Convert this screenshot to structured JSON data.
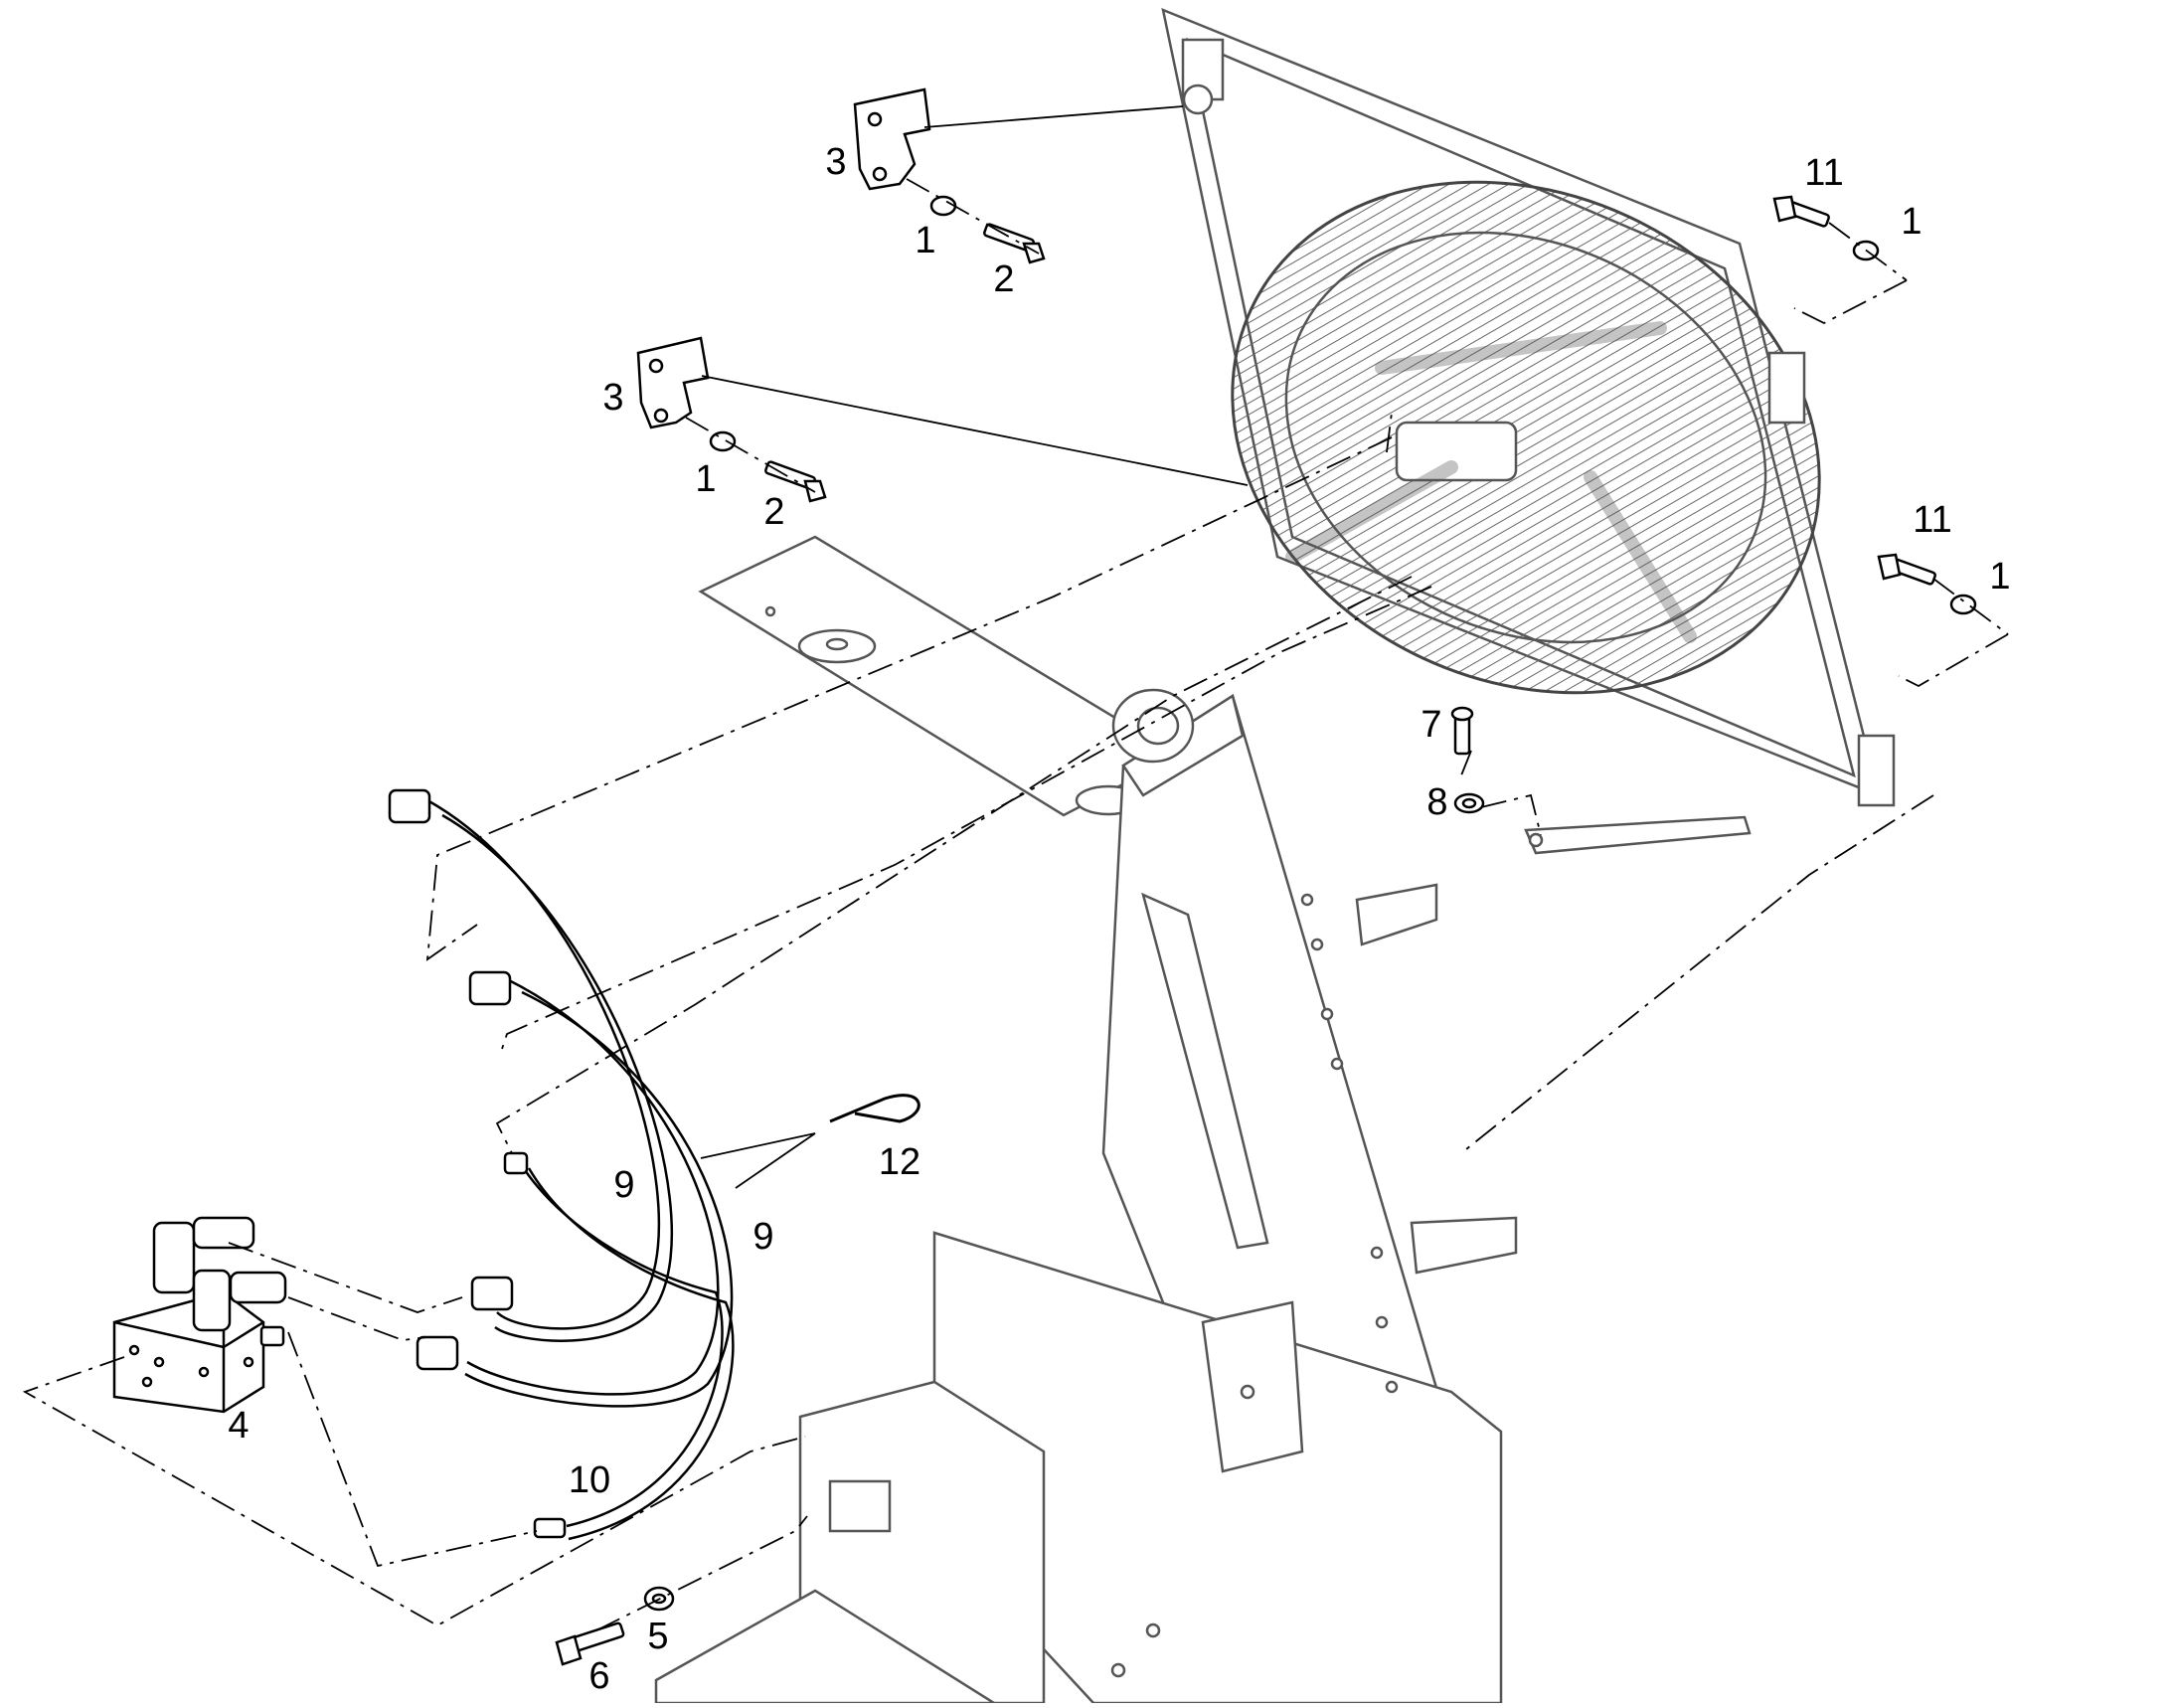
{
  "diagram": {
    "ink_color": "#000000",
    "part_ink_color": "#555555",
    "background": "#ffffff",
    "callouts": [
      {
        "id": "c-3a",
        "text": "3"
      },
      {
        "id": "c-1a",
        "text": "1"
      },
      {
        "id": "c-2a",
        "text": "2"
      },
      {
        "id": "c-3b",
        "text": "3"
      },
      {
        "id": "c-1b",
        "text": "1"
      },
      {
        "id": "c-2b",
        "text": "2"
      },
      {
        "id": "c-11a",
        "text": "11"
      },
      {
        "id": "c-1c",
        "text": "1"
      },
      {
        "id": "c-11b",
        "text": "11"
      },
      {
        "id": "c-1d",
        "text": "1"
      },
      {
        "id": "c-7",
        "text": "7"
      },
      {
        "id": "c-8",
        "text": "8"
      },
      {
        "id": "c-12",
        "text": "12"
      },
      {
        "id": "c-9a",
        "text": "9"
      },
      {
        "id": "c-9b",
        "text": "9"
      },
      {
        "id": "c-4",
        "text": "4"
      },
      {
        "id": "c-10",
        "text": "10"
      },
      {
        "id": "c-5",
        "text": "5"
      },
      {
        "id": "c-6",
        "text": "6"
      }
    ]
  }
}
